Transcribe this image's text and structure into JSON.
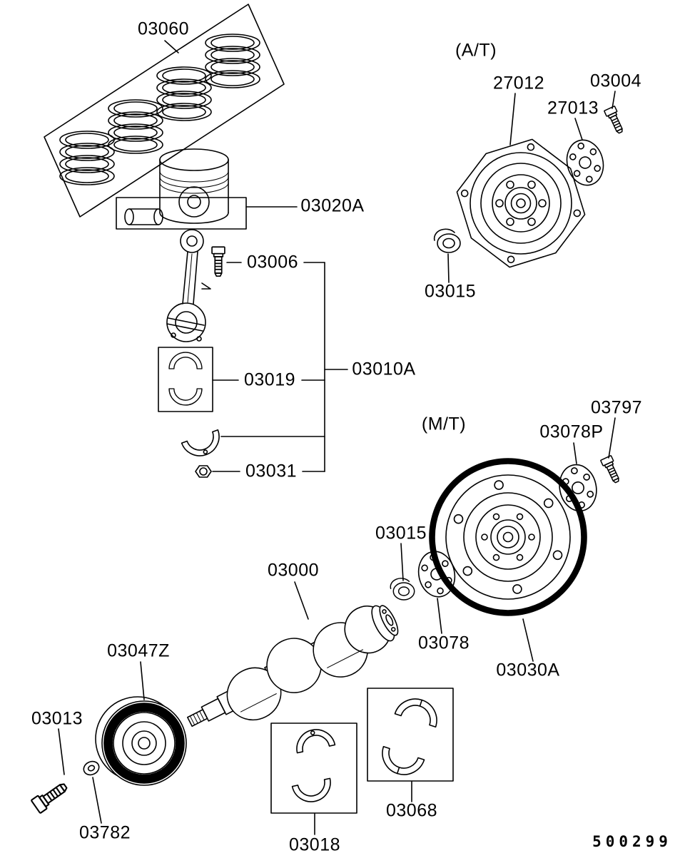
{
  "page": {
    "background": "#ffffff",
    "ink": "#000000",
    "figure_code": "500299"
  },
  "sections": {
    "automatic": "(A/T)",
    "manual": "(M/T)"
  },
  "labels": {
    "l03060": "03060",
    "l03020A": "03020A",
    "l03006": "03006",
    "l03019": "03019",
    "l03010A": "03010A",
    "l03031": "03031",
    "l27012": "27012",
    "l27013": "27013",
    "l03004": "03004",
    "l03015_at": "03015",
    "l03797": "03797",
    "l03078P": "03078P",
    "l03015_mt": "03015",
    "l03000": "03000",
    "l03078": "03078",
    "l03030A": "03030A",
    "l03047Z": "03047Z",
    "l03013": "03013",
    "l03782": "03782",
    "l03018": "03018",
    "l03068": "03068"
  }
}
